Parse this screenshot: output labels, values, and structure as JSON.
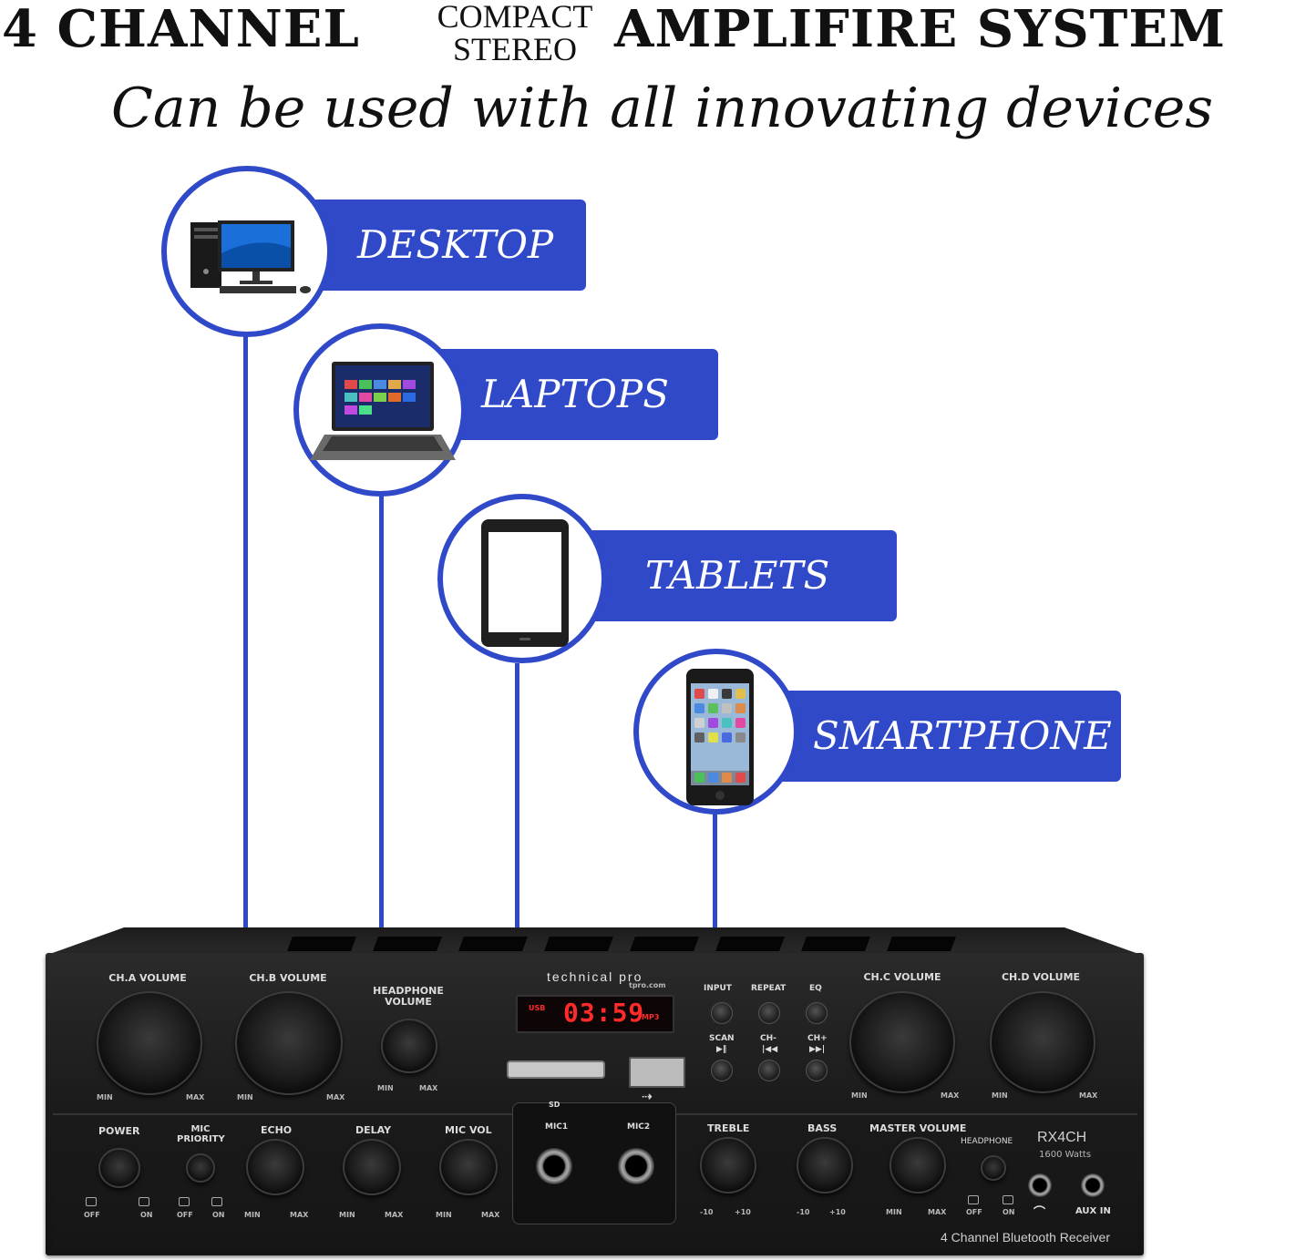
{
  "header": {
    "left": "4 CHANNEL",
    "small_top": "COMPACT",
    "small_bottom": "STEREO",
    "right": "AMPLIFIRE SYSTEM",
    "subtitle": "Can be used with all innovating devices"
  },
  "colors": {
    "accent": "#2f49c8",
    "text": "#111111",
    "amp_body": "#1b1b1b",
    "display_red": "#ff2a2a"
  },
  "devices": [
    {
      "label": "DESKTOP",
      "icon": "desktop-computer-icon"
    },
    {
      "label": "LAPTOPS",
      "icon": "laptop-icon"
    },
    {
      "label": "TABLETS",
      "icon": "tablet-icon"
    },
    {
      "label": "SMARTPHONE",
      "icon": "smartphone-icon"
    }
  ],
  "amp": {
    "brand": "technical pro",
    "brand_url": "tpro.com",
    "display": {
      "time": "03:59",
      "format": "MP3",
      "mode": "USB"
    },
    "knobs": {
      "ch_a": "CH.A VOLUME",
      "ch_b": "CH.B VOLUME",
      "headphone": "HEADPHONE VOLUME",
      "ch_c": "CH.C VOLUME",
      "ch_d": "CH.D VOLUME",
      "echo": "ECHO",
      "delay": "DELAY",
      "mic_vol": "MIC VOL",
      "treble": "TREBLE",
      "bass": "BASS",
      "master": "MASTER VOLUME"
    },
    "buttons": {
      "input": "INPUT",
      "repeat": "REPEAT",
      "eq": "EQ",
      "scan": "SCAN",
      "ch_minus": "CH-",
      "ch_plus": "CH+",
      "power": "POWER",
      "mic_priority": "MIC PRIORITY",
      "headphone": "HEADPHONE"
    },
    "jacks": {
      "mic1": "MIC1",
      "mic2": "MIC2",
      "aux": "AUX IN"
    },
    "slots": {
      "sd": "SD"
    },
    "scale": {
      "min": "MIN",
      "max": "MAX",
      "neg": "-10",
      "pos": "+10",
      "off": "OFF",
      "on": "ON"
    },
    "model": "RX4CH",
    "watts": "1600 Watts",
    "tagline": "4 Channel Bluetooth Receiver"
  }
}
